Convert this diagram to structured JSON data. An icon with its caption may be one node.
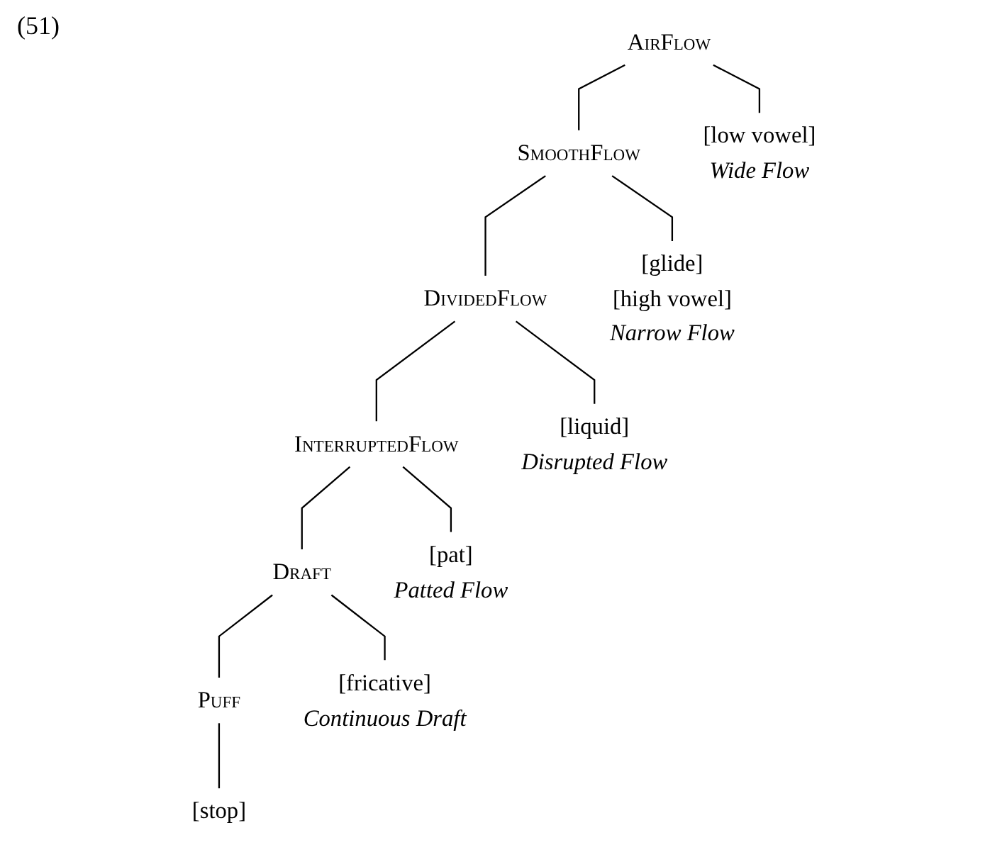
{
  "diagram": {
    "nodes": [
      {
        "text": [
          "AirFlow"
        ]
      },
      {
        "text": [
          "SmoothFlow"
        ]
      },
      {
        "text": [
          "[low vowel]"
        ],
        "beside": [
          "Wide Flow"
        ]
      },
      {
        "text": [
          "DividedFlow"
        ]
      },
      {
        "text": [
          "[glide]",
          "[high vowel]"
        ],
        "beside": [
          "Narrow Flow"
        ]
      },
      {
        "text": [
          "InterruptedFlow"
        ]
      },
      {
        "text": [
          "[liquid]"
        ],
        "beside": [
          "Disrupted Flow"
        ]
      },
      {
        "text": [
          "Draft"
        ]
      },
      {
        "text": [
          "[pat]"
        ],
        "beside": [
          "Patted Flow"
        ]
      },
      {
        "text": [
          "Puff"
        ]
      },
      {
        "text": [
          "[fricative]"
        ],
        "beside": [
          "Continuous Draft"
        ]
      },
      {
        "text": [
          "[stop]"
        ]
      }
    ],
    "edges": [
      {
        "from": 0,
        "to": 1,
        "arrow": "none"
      },
      {
        "from": 0,
        "to": 2,
        "arrow": "none"
      },
      {
        "from": 1,
        "to": 3,
        "arrow": "none"
      },
      {
        "from": 1,
        "to": 4,
        "arrow": "none"
      },
      {
        "from": 3,
        "to": 5,
        "arrow": "none"
      },
      {
        "from": 3,
        "to": 6,
        "arrow": "none"
      },
      {
        "from": 5,
        "to": 7,
        "arrow": "none"
      },
      {
        "from": 5,
        "to": 8,
        "arrow": "none"
      },
      {
        "from": 7,
        "to": 9,
        "arrow": "none"
      },
      {
        "from": 7,
        "to": 10,
        "arrow": "none"
      },
      {
        "from": 9,
        "to": 11,
        "arrow": "none"
      }
    ],
    "labels": [
      "(51)"
    ]
  }
}
